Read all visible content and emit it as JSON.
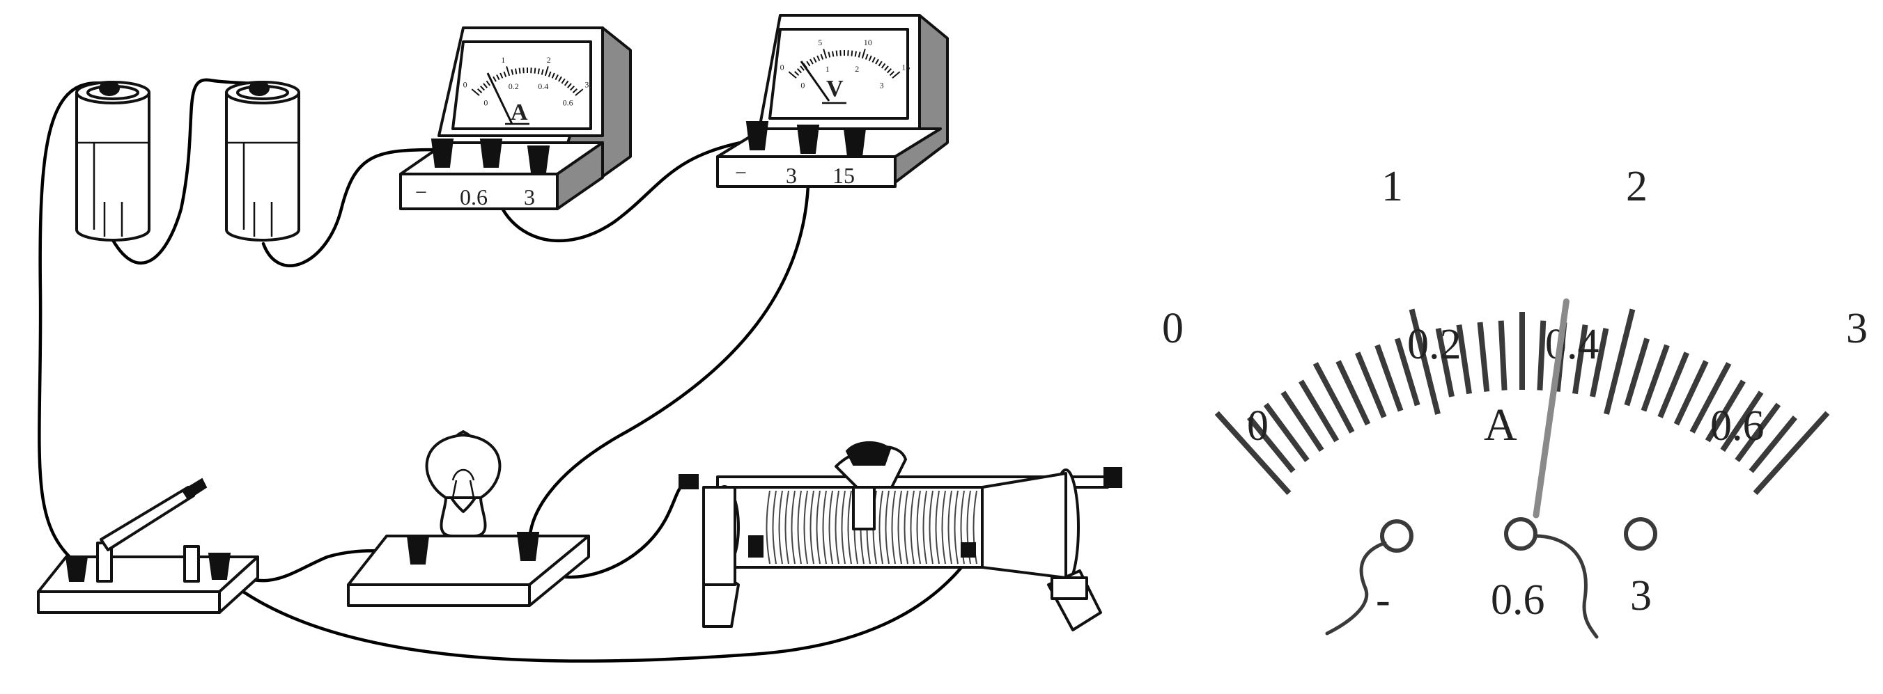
{
  "ammeter_panel": {
    "unit": "A",
    "terminals": [
      "−",
      "0.6",
      "3"
    ]
  },
  "voltmeter_panel": {
    "unit": "V",
    "terminals": [
      "−",
      "3",
      "15"
    ]
  },
  "dial": {
    "unit": "A",
    "upper_scale": [
      "0",
      "1",
      "2",
      "3"
    ],
    "lower_scale": [
      "0",
      "0.2",
      "0.4",
      "0.6"
    ],
    "terminals": [
      "-",
      "0.6",
      "3"
    ],
    "upper_max": 3,
    "pointer_reading_upper": 1.7,
    "divisions": 30
  },
  "small_ammeter_scale": {
    "upper": [
      "0",
      "1",
      "2",
      "3"
    ],
    "lower": [
      "0",
      "0.2",
      "0.4",
      "0.6"
    ]
  },
  "small_voltmeter_scale": {
    "upper": [
      "0",
      "5",
      "10",
      "15"
    ],
    "lower": [
      "0",
      "1",
      "2",
      "3"
    ]
  }
}
